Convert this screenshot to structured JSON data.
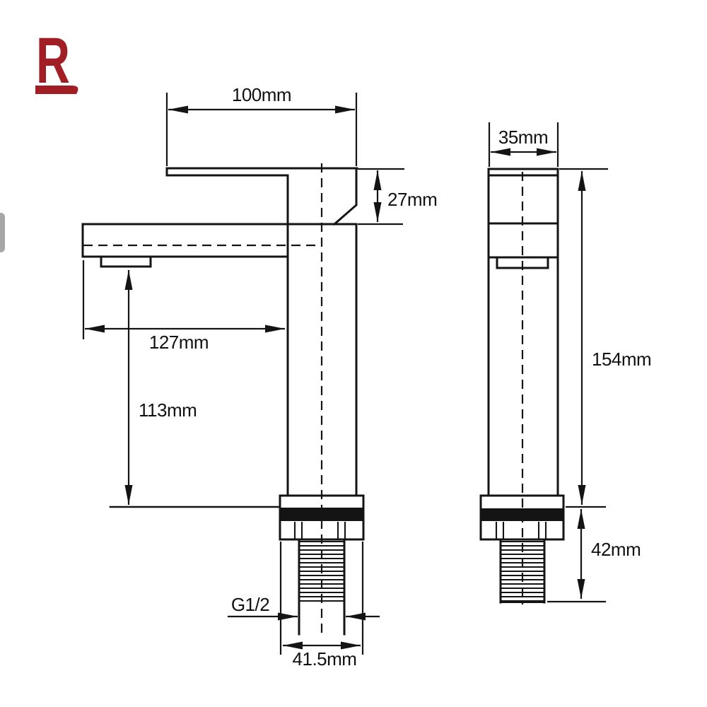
{
  "logo": {
    "letter": "R",
    "color": "#A01E24"
  },
  "drawing": {
    "type": "technical-drawing",
    "subject": "basin mixer tap dimensional drawing, front view and side view",
    "dimensions": {
      "spout_top_width": "100mm",
      "handle_height": "27mm",
      "body_width_side": "35mm",
      "spout_reach": "127mm",
      "spout_outlet_height": "113mm",
      "height_above_deck": "154mm",
      "thread_length_below_deck": "42mm",
      "thread_size": "G1/2",
      "base_width": "41.5mm"
    },
    "line_color": "#141414",
    "background": "#ffffff"
  }
}
